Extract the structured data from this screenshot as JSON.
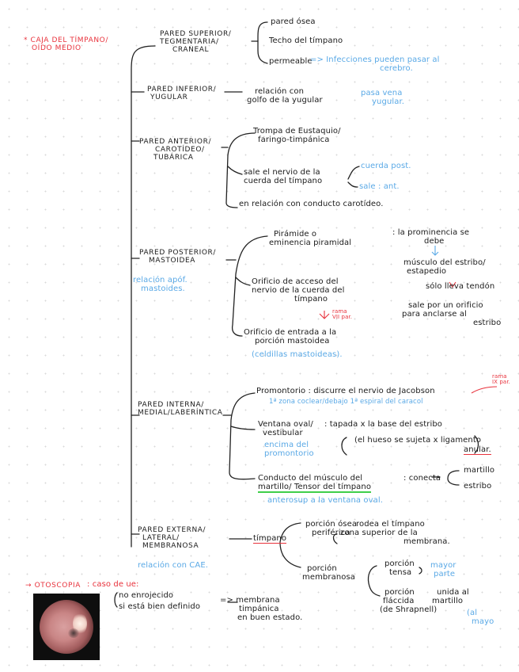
{
  "title": [
    "* CAJA DEL TÍMPANO/",
    "OÍDO MEDIO"
  ],
  "superior": {
    "name": [
      "PARED SUPERIOR/",
      "TEGMENTARIA/",
      "CRANEAL"
    ],
    "items": [
      "pared ósea",
      "Techo del tímpano",
      "permeable"
    ],
    "note": [
      "=> Infecciones pueden pasar al",
      "cerebro."
    ]
  },
  "inferior": {
    "name": [
      "PARED INFERIOR/",
      "YUGULAR"
    ],
    "items": [
      "relación con",
      "golfo de la yugular"
    ],
    "note": [
      "pasa vena",
      "yugular."
    ]
  },
  "anterior": {
    "name": [
      "PARED ANTERIOR/",
      "CAROTÍDEO/",
      "TUBÁRICA"
    ],
    "item1": [
      "Trompa de Eustaquio/",
      "faringo-timpánica"
    ],
    "item2": [
      "sale el nervio de la",
      "cuerda del tímpano"
    ],
    "item2_notes": [
      "cuerda post.",
      "sale : ant."
    ],
    "item3": "en relación con conducto carotídeo."
  },
  "posterior": {
    "name": [
      "PARED POSTERIOR/",
      "MASTOIDEA"
    ],
    "note": [
      "relación apóf.",
      "mastoides."
    ],
    "item1": [
      "Pirámide o",
      "eminencia piramidal"
    ],
    "item1_desc": [
      ": la prominencia se",
      "debe"
    ],
    "item1_muscle": [
      "músculo del estribo/",
      "estapedio"
    ],
    "item1_muscle_note": "sólo lleva tendón",
    "item1_origin": [
      "sale por un orificio",
      "para anclarse al",
      "estribo"
    ],
    "item2": [
      "Orificio de acceso del",
      "nervio de la cuerda del",
      "tímpano"
    ],
    "item2_note": [
      "rama",
      "VII par."
    ],
    "item3": [
      "Orificio de entrada a la",
      "porción mastoidea"
    ],
    "item3_note": "(celdillas mastoideas)."
  },
  "interna": {
    "name": [
      "PARED INTERNA/",
      "MEDIAL/LABERÍNTICA"
    ],
    "item1": "Promontorio : discurre el nervio de Jacobson",
    "item1_side": [
      "rama",
      "IX par."
    ],
    "item1_note": "1ª zona coclear/debajo 1ª espiral del caracol",
    "item2": [
      "Ventana oval/",
      "vestibular"
    ],
    "item2_desc": ": tapada x la base del estribo",
    "item2_lig": "(el hueso se sujeta x ligamento",
    "item2_lig2": "anular.",
    "item2_note": [
      "encima del",
      "promontorio"
    ],
    "item3": [
      "Conducto del músculo del",
      "martillo/ Tensor del tímpano"
    ],
    "item3_conecta": ": conecta",
    "item3_targets": [
      "martillo",
      "estribo"
    ],
    "item3_note": "anterosup a la ventana oval."
  },
  "externa": {
    "name": [
      "PARED EXTERNA/",
      "LATERAL/",
      "MEMBRANOSA"
    ],
    "note": "relación con CAE.",
    "hub": "tímpano",
    "osea": [
      "porción ósea",
      "periférica"
    ],
    "osea_desc": [
      "rodea el tímpano",
      "zona superior de la",
      "membrana."
    ],
    "membranosa": [
      "porción",
      "membranosa"
    ],
    "tensa": [
      "porción",
      "tensa"
    ],
    "tensa_note": [
      "mayor",
      "parte"
    ],
    "flacida": [
      "porción",
      "fláccida",
      "(de Shrapnell)"
    ],
    "flacida_desc": [
      "unida al",
      "martillo"
    ],
    "flacida_note": [
      "(al",
      "mayo"
    ]
  },
  "otoscopia": {
    "label": "→ OTOSCOPIA",
    "title": ": caso de ue:",
    "item1": "no enrojecido",
    "item2": "si está bien definido",
    "result": [
      "=> membrana",
      "timpánica",
      "en buen estado."
    ]
  }
}
